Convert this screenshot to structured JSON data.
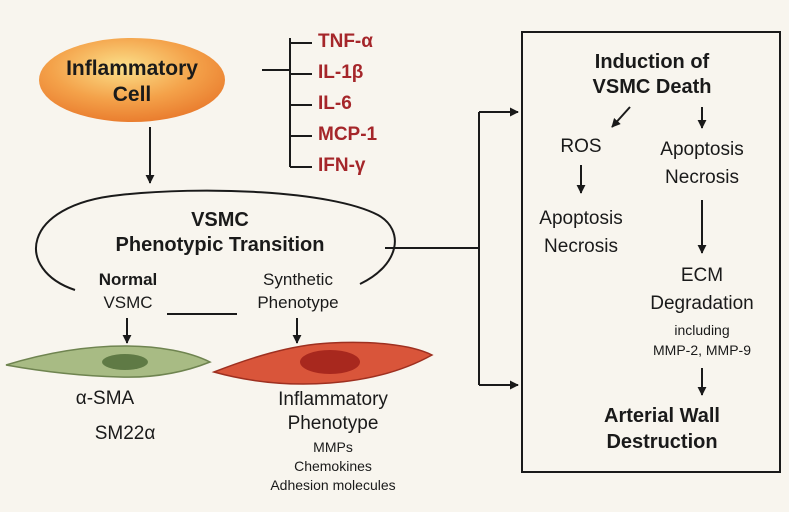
{
  "inflammatory_cell": {
    "line1": "Inflammatory",
    "line2": "Cell"
  },
  "cytokines": [
    "TNF-α",
    "IL-1β",
    "IL-6",
    "MCP-1",
    "IFN-γ"
  ],
  "transition": {
    "title_line1": "VSMC",
    "title_line2": "Phenotypic Transition",
    "normal_line1": "Normal",
    "normal_line2": "VSMC",
    "synthetic_line1": "Synthetic",
    "synthetic_line2": "Phenotype"
  },
  "normal_markers": [
    "α-SMA",
    "SM22α"
  ],
  "inflammatory_phenotype": {
    "line1": "Inflammatory",
    "line2": "Phenotype",
    "items": [
      "MMPs",
      "Chemokines",
      "Adhesion molecules"
    ]
  },
  "death_box": {
    "title_line1": "Induction of",
    "title_line2": "VSMC Death",
    "ros": "ROS",
    "left_outcome_line1": "Apoptosis",
    "left_outcome_line2": "Necrosis",
    "right_outcome_line1": "Apoptosis",
    "right_outcome_line2": "Necrosis",
    "ecm_line1": "ECM",
    "ecm_line2": "Degradation",
    "ecm_line3": "including",
    "ecm_line4": "MMP-2, MMP-9",
    "final_line1": "Arterial Wall",
    "final_line2": "Destruction"
  },
  "colors": {
    "cell_gradient": [
      "#fbe08a",
      "#f4a24a",
      "#e8772a"
    ],
    "cytokine_text": "#a5262a",
    "normal_cell": "#a8bb84",
    "normal_nucleus": "#5f7a45",
    "synthetic_cell": "#d9553a",
    "synthetic_nucleus": "#a8281e"
  }
}
